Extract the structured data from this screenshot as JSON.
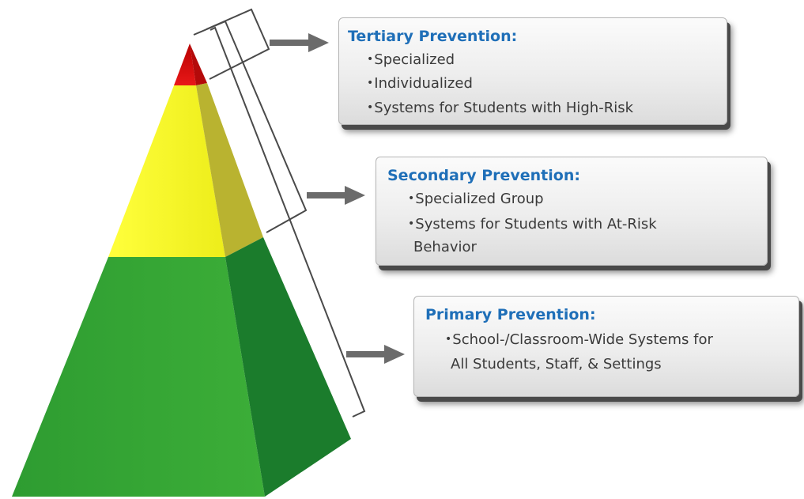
{
  "tiers": [
    {
      "title": "Tertiary Prevention:",
      "items": [
        "Specialized",
        "Individualized",
        "Systems for Students with High-Risk"
      ]
    },
    {
      "title": "Secondary Prevention:",
      "items": [
        "Specialized Group",
        "Systems for Students with At-Risk",
        "Behavior"
      ]
    },
    {
      "title": "Primary Prevention:",
      "items": [
        "School-/Classroom-Wide Systems for",
        "All Students, Staff, & Settings"
      ]
    }
  ],
  "bullet_glyph": "•",
  "colors": {
    "title": "#1f6fb8",
    "tier_tertiary": "#e01010",
    "tier_secondary": "#f2f22a",
    "tier_primary": "#33a833"
  }
}
